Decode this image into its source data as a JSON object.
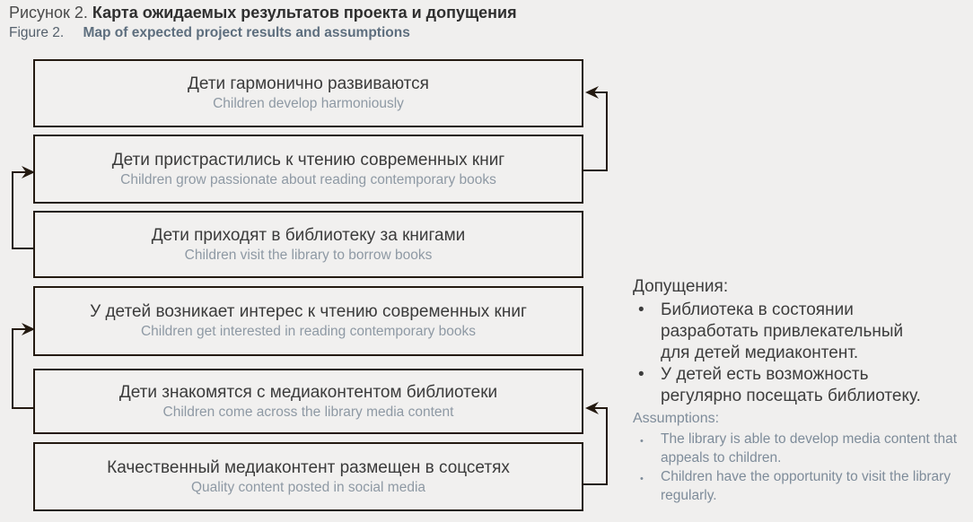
{
  "title": {
    "ru_prefix": "Рисунок 2.",
    "ru_main": "Карта ожидаемых результатов проекта и допущения",
    "en_prefix": "Figure 2.",
    "en_main": "Map of expected project results and assumptions"
  },
  "boxes": [
    {
      "ru": "Дети гармонично развиваются",
      "en": "Children develop harmoniously"
    },
    {
      "ru": "Дети пристрастились к чтению современных книг",
      "en": "Children grow passionate about reading contemporary books"
    },
    {
      "ru": "Дети приходят в библиотеку за книгами",
      "en": "Children visit the library to borrow books"
    },
    {
      "ru": "У детей возникает интерес к чтению современных книг",
      "en": "Children get interested in reading contemporary books"
    },
    {
      "ru": "Дети знакомятся с медиаконтентом библиотеки",
      "en": "Children come across the library media content"
    },
    {
      "ru": "Качественный медиаконтент размещен в соцсетях",
      "en": "Quality content posted in social media"
    }
  ],
  "connections": [
    {
      "from": "box2",
      "to": "box1",
      "side": "right"
    },
    {
      "from": "box3",
      "to": "box2",
      "side": "left"
    },
    {
      "from": "box5",
      "to": "box4",
      "side": "left"
    },
    {
      "from": "box6",
      "to": "box5",
      "side": "right"
    }
  ],
  "assumptions": {
    "ru_heading": "Допущения:",
    "ru_items": [
      "Библиотека в состоянии разработать привлекательный для детей медиаконтент.",
      "У детей есть возможность регулярно посещать библиотеку."
    ],
    "en_heading": "Assumptions:",
    "en_items": [
      "The library is able to develop media content that appeals to children.",
      "Children have the opportunity to visit the library regularly."
    ]
  },
  "colors": {
    "background": "#f0efee",
    "box_border": "#241a11",
    "connector": "#241a11",
    "text_dark": "#3b3b3b",
    "text_muted_blue": "#8e99a4",
    "title_accent": "#5d6e7e"
  }
}
